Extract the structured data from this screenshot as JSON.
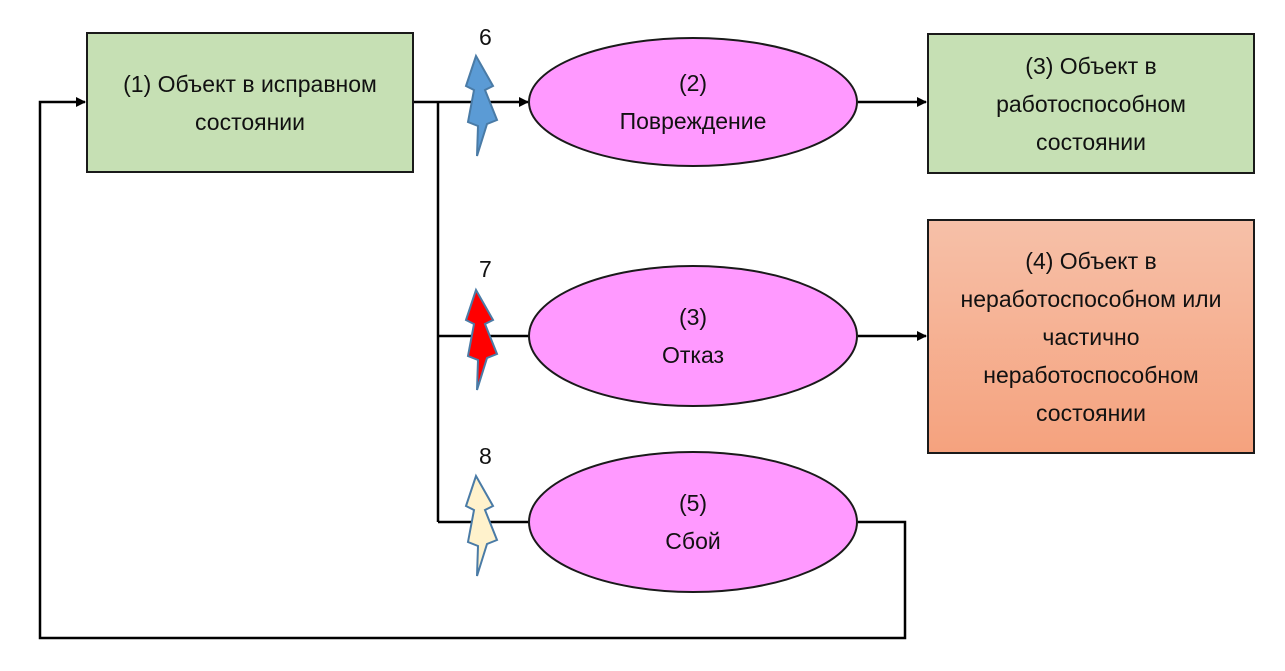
{
  "states": {
    "working": "(1) Объект в исправном состоянии",
    "operable": "(3) Объект в работоспособном состоянии",
    "inoperable": "(4) Объект в неработоспособном или частично неработоспособном состоянии"
  },
  "events": {
    "damage": {
      "number": "(2)",
      "label": "Повреждение"
    },
    "failure": {
      "number": "(3)",
      "label": "Отказ"
    },
    "fault": {
      "number": "(5)",
      "label": "Сбой"
    }
  },
  "bolts": {
    "damage": {
      "label": "6",
      "color": "#5b9bd5"
    },
    "failure": {
      "label": "7",
      "color": "#ff0000"
    },
    "fault": {
      "label": "8",
      "color": "#fff2cc"
    }
  },
  "colors": {
    "state_box": "#c6e0b4",
    "inoperable_box": "#f5a27e",
    "ellipse": "#ff99ff",
    "bolt_outline": "#4a7ba6"
  }
}
